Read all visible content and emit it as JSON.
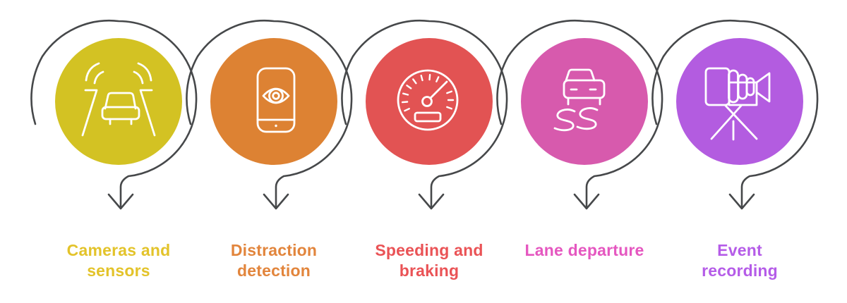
{
  "background_color": "#ffffff",
  "loop": {
    "stroke_color": "#46484a"
  },
  "items": [
    {
      "label": "Cameras and\nsensors",
      "circle_color": "#d3c223",
      "text_color": "#e3c32a",
      "icon": "car-road-sensors-icon"
    },
    {
      "label": "Distraction\ndetection",
      "circle_color": "#dd8233",
      "text_color": "#e2853c",
      "icon": "phone-eye-icon"
    },
    {
      "label": "Speeding and\nbraking",
      "circle_color": "#e25353",
      "text_color": "#ea5356",
      "icon": "speedometer-icon"
    },
    {
      "label": "Lane departure",
      "circle_color": "#d75aad",
      "text_color": "#e557c0",
      "icon": "car-skid-marks-icon"
    },
    {
      "label": "Event\nrecording",
      "circle_color": "#b35ce0",
      "text_color": "#b55ce8",
      "icon": "video-camera-tripod-icon"
    }
  ]
}
